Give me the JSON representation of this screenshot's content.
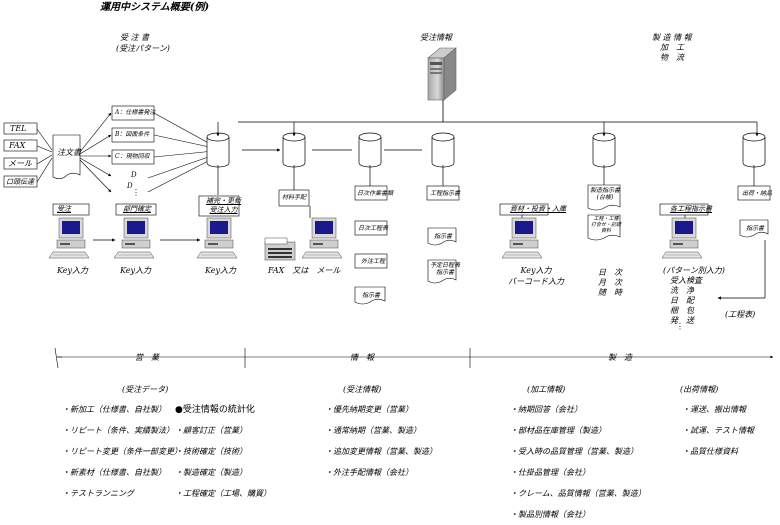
{
  "title": "運用中システム概要(例)",
  "headers": {
    "order_book": "受 注 書",
    "order_book_sub": "(受注パターン)",
    "order_info": "受注情報",
    "mfg_info": [
      "製 造 情 報",
      "加　工",
      "物　流"
    ]
  },
  "inputs": [
    "TEL",
    "FAX",
    "メール",
    "口頭伝達"
  ],
  "order_form": "注文書",
  "patterns": [
    "A：仕様書発注",
    "B：図面条件",
    "C：現物回収"
  ],
  "pattern_dots": [
    "D",
    "D"
  ],
  "workstations": [
    {
      "label": "受注",
      "caption": "Key入力"
    },
    {
      "label": "部門確定",
      "caption": "Key入力"
    },
    {
      "label": "補完・更新\n受注入力",
      "caption": "Key入力"
    },
    {
      "label": "",
      "caption": "FAX　又は　メール"
    },
    {
      "label": "資材・投資・入庫",
      "caption": "Key入力\nバーコード入力"
    },
    {
      "label": "各工程指示書",
      "caption": ""
    }
  ],
  "docs": {
    "material": "材料手配",
    "daily": [
      "日次作業書類",
      "日次工程表",
      "外注工程"
    ],
    "daily_doc": "指示書",
    "process_instr": "工程指示書",
    "process_docs": [
      "指示書",
      "予定日程表\n指示書"
    ],
    "mfg_record": "製造指示書\n(台帳)",
    "mfg_calc": "工程・工種\n打合せ・記録\n資料",
    "periods": [
      "日　次",
      "月　次",
      "随　時"
    ],
    "shipping": "出荷・納品",
    "shipping_doc": "指示書",
    "pattern_input": [
      "(パターン別入力)",
      "受入検査",
      "洗　浄",
      "日　配",
      "梱　包",
      "発　送"
    ],
    "process_sheet": "(工程表)"
  },
  "phases": [
    "営　業",
    "情　報",
    "製　造"
  ],
  "sections": [
    {
      "title": "(受注データ)",
      "items": [
        "・新加工（仕様書、自社製）",
        "・リピート（条件、実績製法）",
        "・リピート変更（条件一部変更）",
        "・新素材（仕様書、自社製）",
        "・テストランニング"
      ]
    },
    {
      "title": "",
      "items": [
        "●受注情報の統計化",
        "・顧客訂正（営業）",
        "・技術確定（技術）",
        "・製造確定（製造）",
        "・工程確定（工場、購買）"
      ]
    },
    {
      "title": "(受注情報)",
      "items": [
        "・優先納期変更（営業）",
        "・通常納期（営業、製造）",
        "・追加変更情報（営業、製造）",
        "・外注手配情報（会社）"
      ]
    },
    {
      "title": "(加工情報)",
      "items": [
        "・納期回答（会社）",
        "・部材品在庫管理（製造）",
        "・受入時の品質管理（営業、製造）",
        "・仕掛品管理（会社）",
        "・クレーム、品質情報（営業、製造）",
        "・製品別情報（会社）"
      ]
    },
    {
      "title": "(出荷情報)",
      "items": [
        "・運送、搬出情報",
        "・試運、テスト情報",
        "・品質仕様資料"
      ]
    }
  ]
}
